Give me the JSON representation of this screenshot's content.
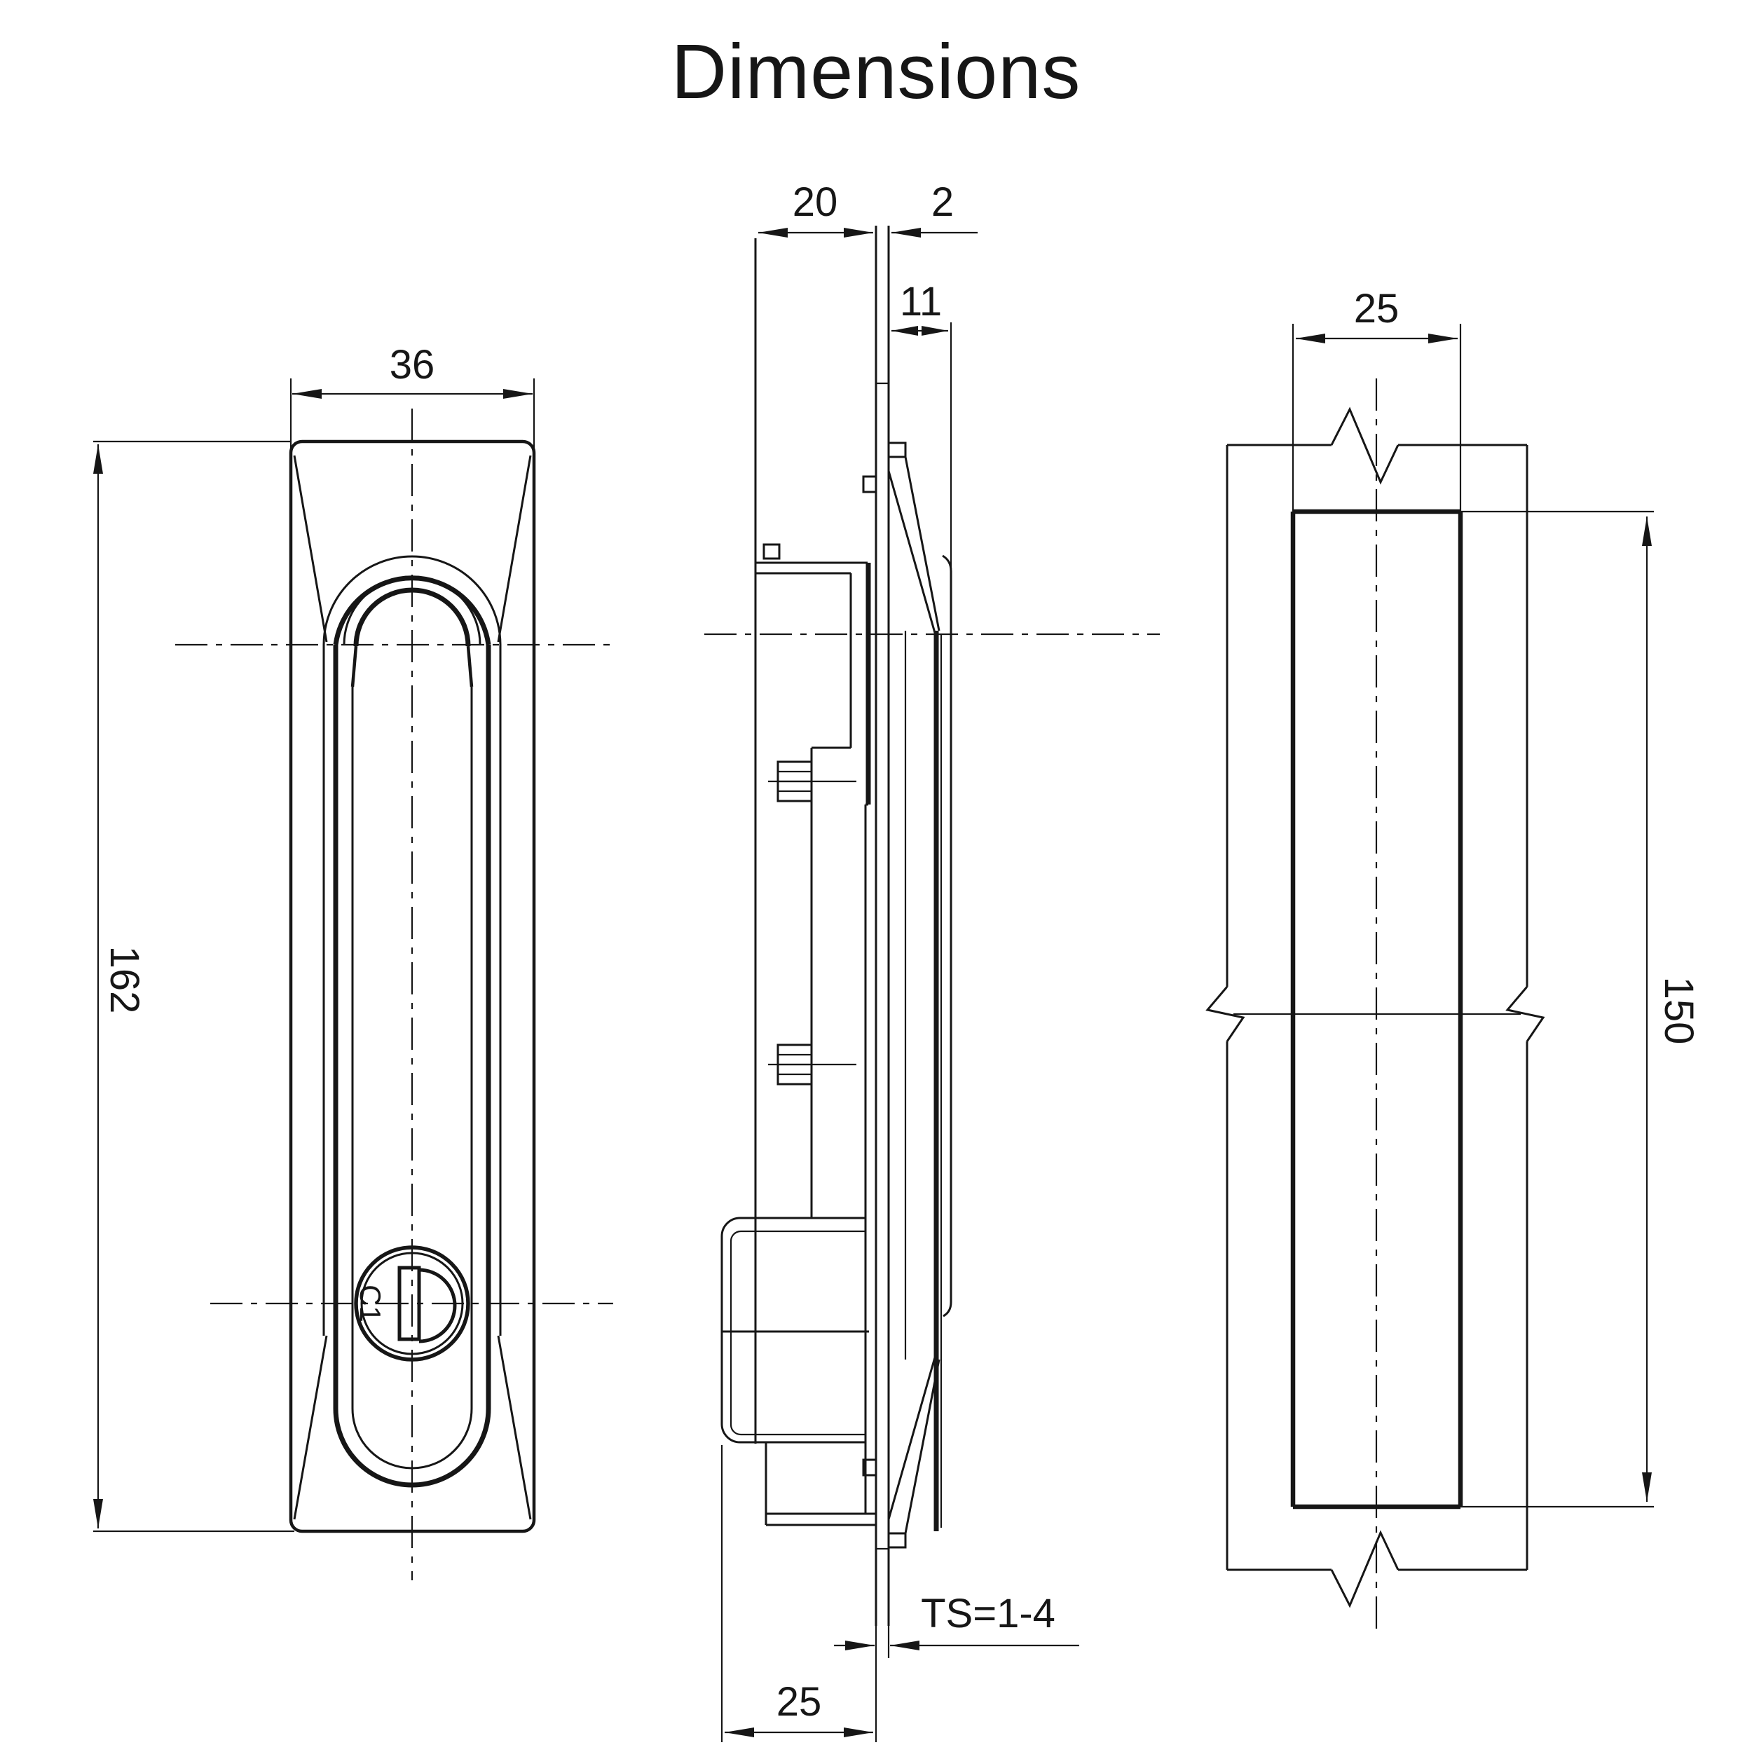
{
  "title": "Dimensions",
  "colors": {
    "line": "#161616",
    "background": "#ffffff"
  },
  "views": {
    "front": {
      "label": "front-view-of-swing-handle",
      "dims": {
        "width": {
          "value": "36"
        },
        "height": {
          "value": "162"
        }
      },
      "key_cylinder_label": "C1"
    },
    "side": {
      "label": "side-profile-view",
      "dims": {
        "handle_depth": {
          "value": "20"
        },
        "panel_thickness": {
          "value": "2"
        },
        "rear_protrusion": {
          "value": "11"
        },
        "panel_range": {
          "value": "TS=1-4"
        },
        "housing_depth": {
          "value": "25"
        }
      }
    },
    "cutout": {
      "label": "panel-cutout-view",
      "dims": {
        "width": {
          "value": "25"
        },
        "height": {
          "value": "150"
        }
      }
    }
  }
}
